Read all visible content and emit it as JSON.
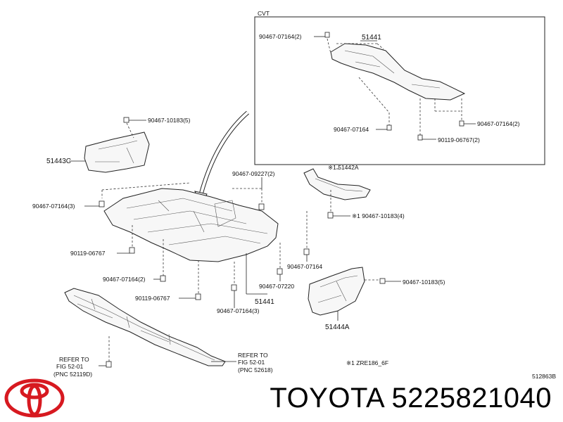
{
  "diagram": {
    "inset_title": "CVT",
    "labels": {
      "inset_bolt_top": "90467-07164(2)",
      "inset_part": "51441",
      "inset_bolt_right": "90467-07164(2)",
      "inset_bolt_left": "90467-07164",
      "inset_bolt_bottom": "90119-06767(2)",
      "clip_top": "90467-10183(5)",
      "part_51443c": "51443C",
      "clip_09227": "90467-09227(2)",
      "part_51442a": "※1 51442A",
      "clip_10183_4": "※1 90467-10183(4)",
      "bolt_left_3": "90467-07164(3)",
      "bolt_06767_left": "90119-06767",
      "bolt_07164_right": "90467-07164",
      "bolt_07220": "90467-07220",
      "bolt_07164_2": "90467-07164(2)",
      "clip_10183_right": "90467-10183(5)",
      "bolt_06767_mid": "90119-06767",
      "part_51441_main": "51441",
      "bolt_07164_3_bottom": "90467-07164(3)",
      "part_51444a": "51444A",
      "refer_left_1": "REFER TO",
      "refer_left_2": "FIG 52-01",
      "refer_left_3": "(PNC 52119D)",
      "refer_right_1": "REFER TO",
      "refer_right_2": "FIG 52-01",
      "refer_right_3": "(PNC 52618)",
      "note": "※1 ZRE186_6F",
      "figure_code": "512863B"
    }
  },
  "footer": {
    "brand_text": "TOYOTA 5225821040",
    "logo_color": "#d71920"
  }
}
